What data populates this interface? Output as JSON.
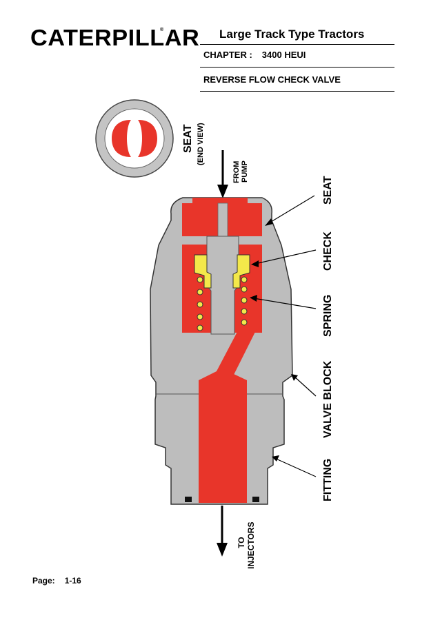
{
  "header": {
    "brand": "CATERPILLAR",
    "brand_mark": "®",
    "title": "Large Track Type Tractors",
    "chapter_label": "CHAPTER :",
    "chapter_value": "3400 HEUI",
    "subtitle": "REVERSE FLOW CHECK VALVE"
  },
  "diagram": {
    "labels": {
      "seat_end_view_line1": "SEAT",
      "seat_end_view_line2": "(END VIEW)",
      "from_pump_line1": "FROM",
      "from_pump_line2": "PUMP",
      "seat": "SEAT",
      "check": "CHECK",
      "spring": "SPRING",
      "valve_block": "VALVE BLOCK",
      "fitting": "FITTING",
      "to_injectors_line1": "TO",
      "to_injectors_line2": "INJECTORS"
    },
    "colors": {
      "body": "#bdbdbd",
      "oil": "#e8352a",
      "check": "#f3e84a",
      "seal": "#111111",
      "outline": "#333333"
    }
  },
  "footer": {
    "page_label": "Page:",
    "page_value": "1-16"
  }
}
